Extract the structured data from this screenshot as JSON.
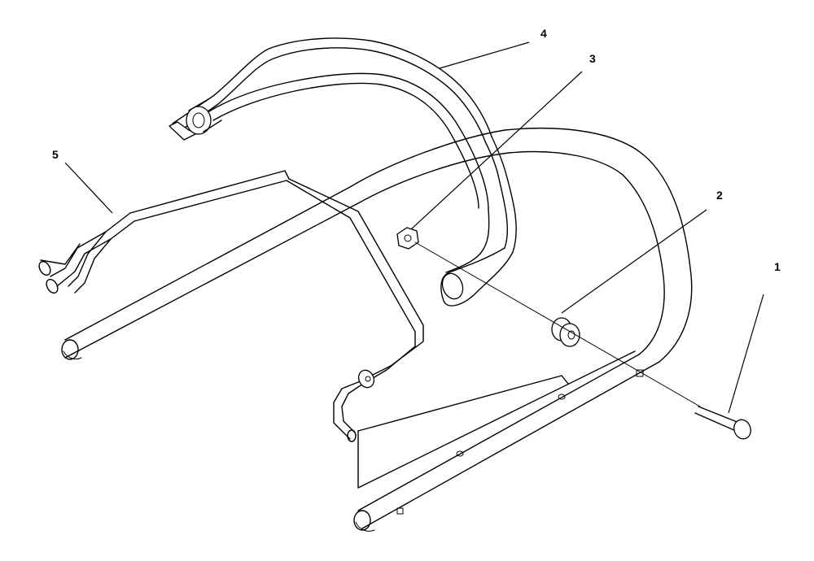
{
  "callouts": [
    {
      "id": "c1",
      "label": "1"
    },
    {
      "id": "c2",
      "label": "2"
    },
    {
      "id": "c3",
      "label": "3"
    },
    {
      "id": "c4",
      "label": "4"
    },
    {
      "id": "c5",
      "label": "5"
    }
  ],
  "colors": {
    "line": "#000000",
    "background": "#ffffff"
  }
}
